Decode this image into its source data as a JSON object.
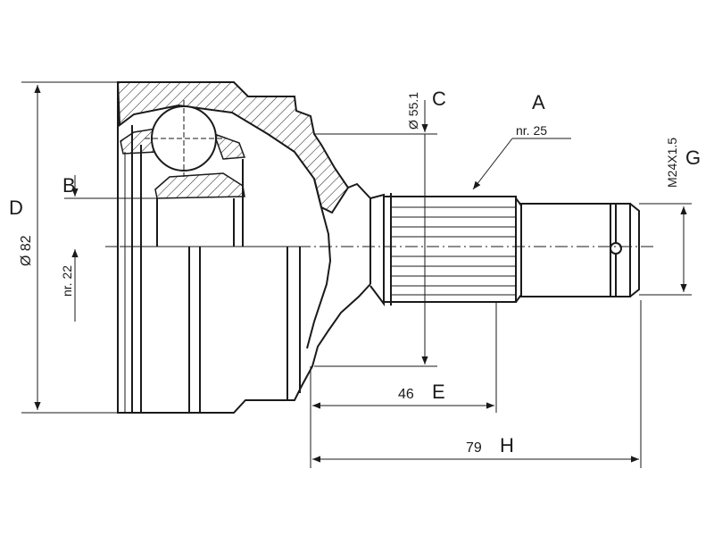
{
  "labels": {
    "A": "A",
    "B": "B",
    "C": "C",
    "D": "D",
    "E": "E",
    "G": "G",
    "H": "H"
  },
  "dimensions": {
    "outer_diameter": "Ø 82",
    "bore_diameter": "Ø 55.1",
    "inner_teeth": "nr. 22",
    "outer_teeth": "nr. 25",
    "thread": "M24X1.5",
    "length_E": "46",
    "length_H": "79"
  }
}
